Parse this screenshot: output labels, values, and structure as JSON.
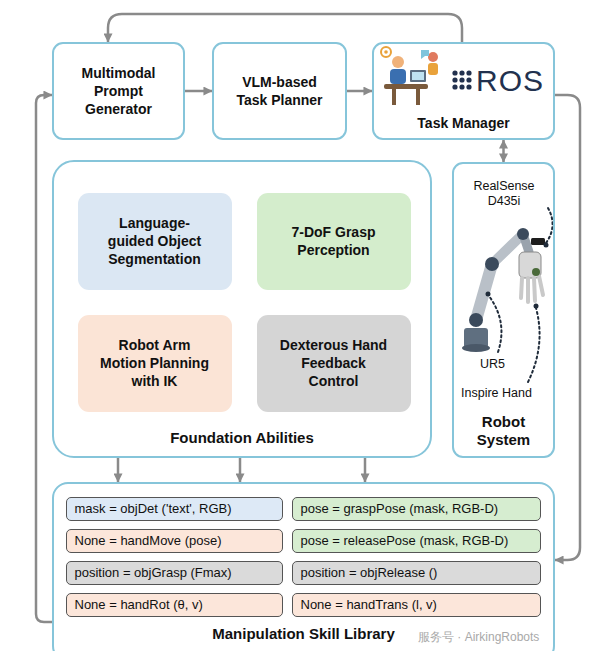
{
  "diagram": {
    "nodes": [
      {
        "text": [
          "Multimodal Prompt Generator"
        ]
      },
      {
        "text": [
          "VLM-based Task Planner"
        ]
      },
      {
        "text": [
          "Task Manager"
        ]
      },
      {
        "text": [
          "Foundation Abilities"
        ]
      },
      {
        "text": [
          "Language-guided Object Segmentation"
        ],
        "in": 3
      },
      {
        "text": [
          "7-DoF Grasp Perception"
        ],
        "in": 3
      },
      {
        "text": [
          "Robot Arm Motion Planning with IK"
        ],
        "in": 3
      },
      {
        "text": [
          "Dexterous Hand Feedback Control"
        ],
        "in": 3
      },
      {
        "text": [
          "Robot System"
        ]
      },
      {
        "text": [
          "Manipulation Skill Library"
        ]
      },
      {
        "text": [
          "mask = objDet ('text', RGB)"
        ],
        "in": 9
      },
      {
        "text": [
          "pose = graspPose (mask, RGB-D)"
        ],
        "in": 9
      },
      {
        "text": [
          "None = handMove (pose)"
        ],
        "in": 9
      },
      {
        "text": [
          "pose = releasePose (mask, RGB-D)"
        ],
        "in": 9
      },
      {
        "text": [
          "position = objGrasp (Fmax)"
        ],
        "in": 9
      },
      {
        "text": [
          "position = objRelease ()"
        ],
        "in": 9
      },
      {
        "text": [
          "None = handRot (θ, v)"
        ],
        "in": 9
      },
      {
        "text": [
          "None = handTrans (l, v)"
        ],
        "in": 9
      }
    ],
    "edges": [
      {
        "from": 0,
        "to": 1,
        "arrow": "to"
      },
      {
        "from": 1,
        "to": 2,
        "arrow": "to"
      },
      {
        "from": 2,
        "to": 0,
        "arrow": "to"
      },
      {
        "from": 2,
        "to": 8,
        "arrow": "both"
      },
      {
        "from": 2,
        "to": 9,
        "arrow": "to"
      },
      {
        "from": 9,
        "to": 0,
        "arrow": "to"
      },
      {
        "from": 3,
        "to": 9,
        "arrow": "to"
      },
      {
        "from": 3,
        "to": 9,
        "arrow": "to"
      },
      {
        "from": 3,
        "to": 9,
        "arrow": "to"
      }
    ],
    "labels": [
      "ROS",
      "RealSense D435i",
      "UR5",
      "Inspire Hand",
      "服务号 · AirkingRobots"
    ]
  }
}
